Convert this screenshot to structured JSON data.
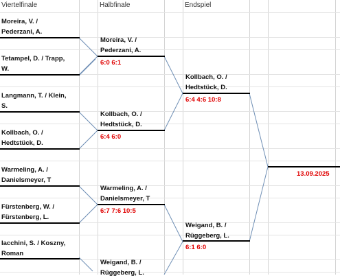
{
  "headers": {
    "col1": "Viertelfinale",
    "col2": "Halbfinale",
    "col3": "Endspiel"
  },
  "quarterfinal": {
    "m1": {
      "a": [
        "Moreira, V. /",
        "Pederzani, A."
      ],
      "b": [
        "Tetampel, D. / Trapp,",
        "W."
      ]
    },
    "m2": {
      "a": [
        "Langmann, T. / Klein,",
        "S."
      ],
      "b": [
        "Kollbach, O. /",
        "Hedtstück, D."
      ]
    },
    "m3": {
      "a": [
        "Warmeling, A. /",
        "Danielsmeyer, T"
      ],
      "b": [
        "Fürstenberg, W. /",
        "Fürstenberg, L."
      ]
    },
    "m4": {
      "a": [
        "Iacchini, S. / Koszny,",
        "Roman"
      ]
    }
  },
  "semifinal": {
    "s1": {
      "name": [
        "Moreira, V. /",
        "Pederzani, A."
      ],
      "score": "6:0 6:1"
    },
    "s2": {
      "name": [
        "Kollbach, O. /",
        "Hedtstück, D."
      ],
      "score": "6:4 6:0"
    },
    "s3": {
      "name": [
        "Warmeling, A. /",
        "Danielsmeyer, T"
      ],
      "score": "6:7 7:6 10:5"
    },
    "s4": {
      "name": [
        "Weigand, B. /",
        "Rüggeberg, L."
      ]
    }
  },
  "final": {
    "f1": {
      "name": [
        "Kollbach, O. /",
        "Hedtstück, D."
      ],
      "score": "6:4 4:6 10:8"
    },
    "f2": {
      "name": [
        "Weigand, B. /",
        "Rüggeberg, L."
      ],
      "score": "6:1 6:0"
    }
  },
  "winner": {
    "date": "13.09.2025"
  },
  "colors": {
    "score": "#e00000",
    "connector": "#6f8fb5",
    "grid": "#d4d4d4"
  }
}
